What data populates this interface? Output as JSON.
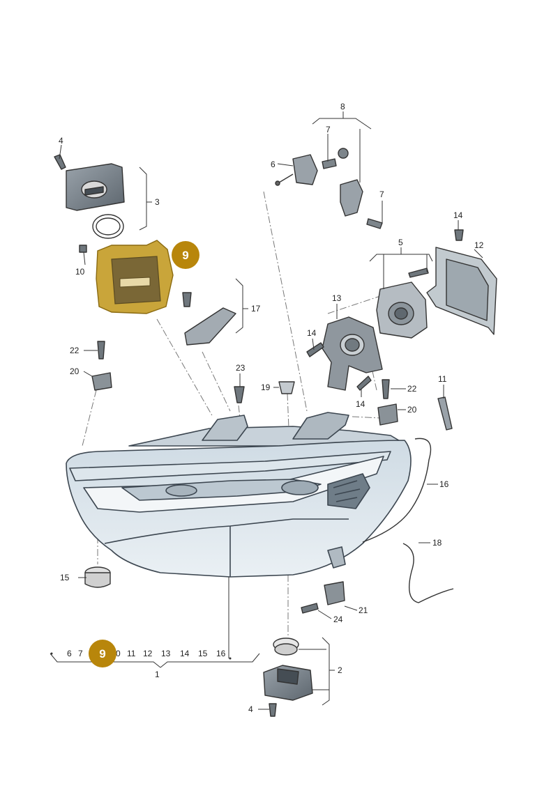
{
  "highlight_color": "#b8860b",
  "callouts": {
    "c1": "1",
    "c2": "2",
    "c3": "3",
    "c4a": "4",
    "c4b": "4",
    "c5": "5",
    "c6": "6",
    "c7a": "7",
    "c7b": "7",
    "c8": "8",
    "c10": "10",
    "c11": "11",
    "c12": "12",
    "c13": "13",
    "c14a": "14",
    "c14b": "14",
    "c14c": "14",
    "c15": "15",
    "c16": "16",
    "c17": "17",
    "c18": "18",
    "c19": "19",
    "c20a": "20",
    "c20b": "20",
    "c21": "21",
    "c22a": "22",
    "c22b": "22",
    "c23": "23",
    "c24": "24"
  },
  "highlight_badge": "9",
  "bottom_list": {
    "items": [
      "6",
      "7",
      "9",
      "0",
      "11",
      "12",
      "13",
      "14",
      "15",
      "16"
    ],
    "group_label": "1"
  }
}
